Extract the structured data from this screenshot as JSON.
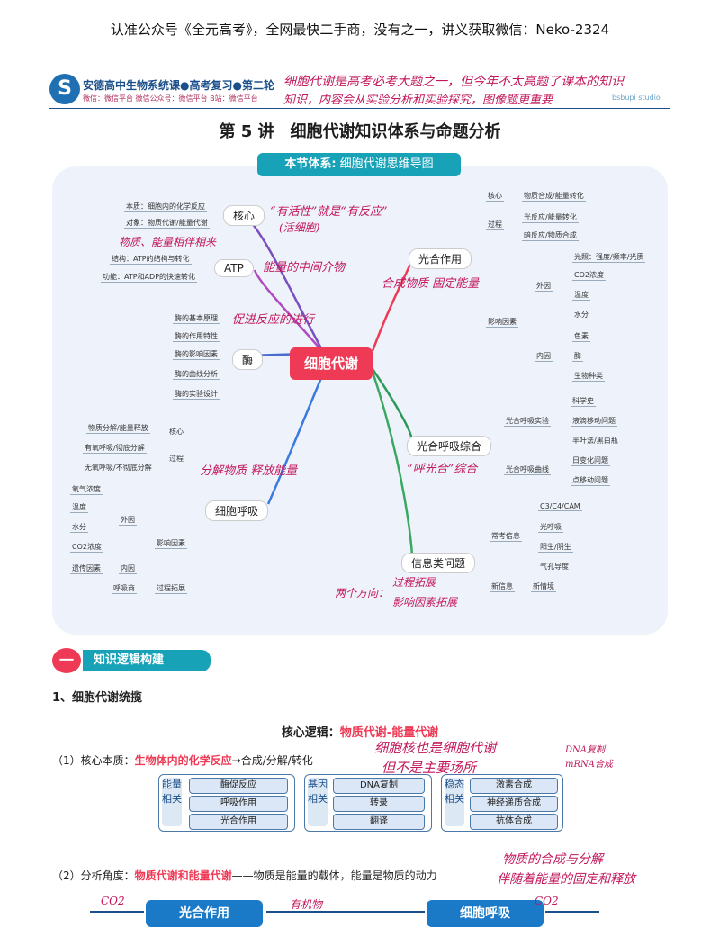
{
  "header_watermark": "认准公众号《全元高考》，全网最快二手商，没有之一，讲义获取微信：Neko-2324",
  "banner": {
    "logo": "S",
    "course": "安德高中生物系统课●高考复习●第二轮",
    "sub": "微信：微信平台  微信公众号：微信平台  B站：微信平台",
    "studio": "bsbupi studio",
    "handwritten_1": "细胞代谢是高考必考大题之一，但今年不太高题了课本的知识",
    "handwritten_2": "知识，内容会从实验分析和实验探究，图像题更重要"
  },
  "lecture_title": "第 5 讲　细胞代谢知识体系与命题分析",
  "mindmap": {
    "title_bold": "本节体系:",
    "title_rest": "细胞代谢思维导图",
    "center": "细胞代谢",
    "core": {
      "label": "核心",
      "items": [
        "本质：细胞内的化学反应",
        "对象：物质代谢/能量代谢"
      ],
      "note": "“有活性”就是“有反应”",
      "note2": "(活细胞)",
      "note3": "物质、能量相伴相来"
    },
    "atp": {
      "label": "ATP",
      "items": [
        "结构：ATP的结构与转化",
        "功能：ATP和ADP的快速转化"
      ],
      "note": "能量的中间介物"
    },
    "enzyme": {
      "label": "酶",
      "items": [
        "酶的基本原理",
        "酶的作用特性",
        "酶的影响因素",
        "酶的曲线分析",
        "酶的实验设计"
      ],
      "note": "促进反应的进行"
    },
    "respiration": {
      "label": "细胞呼吸",
      "note": "分解物质 释放能量",
      "items": [
        "物质分解/能量释放",
        "有氧呼吸/彻底分解",
        "无氧呼吸/不彻底分解",
        "氧气浓度",
        "温度",
        "水分",
        "CO2浓度",
        "遗传因素",
        "呼吸商"
      ],
      "mid": [
        "核心",
        "过程",
        "外因",
        "内因",
        "影响因素",
        "过程拓展"
      ]
    },
    "photosynthesis": {
      "label": "光合作用",
      "note": "合成物质 固定能量",
      "items": [
        "物质合成/能量转化",
        "光反应/能量转化",
        "暗反应/物质合成",
        "光照：强度/频率/光质",
        "CO2浓度",
        "温度",
        "水分",
        "色素",
        "酶",
        "生物种类"
      ],
      "mid": [
        "核心",
        "过程",
        "外因",
        "内因",
        "影响因素"
      ]
    },
    "combo": {
      "label": "光合呼吸综合",
      "note": "“呼光合”综合",
      "items": [
        "科学史",
        "液滴移动问题",
        "半叶法/黑白瓶",
        "日变化问题",
        "点移动问题"
      ],
      "mid": [
        "光合呼吸实验",
        "光合呼吸曲线"
      ]
    },
    "info": {
      "label": "信息类问题",
      "note": "两个方向：",
      "note2": "过程拓展",
      "note3": "影响因素拓展",
      "items": [
        "C3/C4/CAM",
        "光呼吸",
        "阳生/阴生",
        "气孔导度",
        "新情境"
      ],
      "mid": [
        "常考信息",
        "新信息"
      ]
    }
  },
  "section": {
    "num": "一",
    "label": "知识逻辑构建"
  },
  "heading1": "1、细胞代谢统揽",
  "core_logic": {
    "prefix": "核心逻辑：",
    "text": "物质代谢-能量代谢"
  },
  "line1": {
    "prefix": "（1）核心本质：",
    "red": "生物体内的化学反应",
    "rest": "→合成/分解/转化",
    "hw": "细胞核也是细胞代谢",
    "hw2": "但不是主要场所",
    "hw3": "DNA复制",
    "hw4": "mRNA合成"
  },
  "groups": [
    {
      "header": "能量相关",
      "items": [
        "酶促反应",
        "呼吸作用",
        "光合作用"
      ]
    },
    {
      "header": "基因相关",
      "items": [
        "DNA复制",
        "转录",
        "翻译"
      ]
    },
    {
      "header": "稳态相关",
      "items": [
        "激素合成",
        "神经递质合成",
        "抗体合成"
      ]
    }
  ],
  "line2": {
    "prefix": "（2）分析角度：",
    "red": "物质代谢和能量代谢",
    "rest": "——物质是能量的载体，能量是物质的动力",
    "hw": "物质的合成与分解",
    "hw2": "伴随着能量的固定和释放"
  },
  "bottom": {
    "left": "光合作用",
    "right": "细胞呼吸",
    "co2_left": "CO2",
    "co2_right": "CO2",
    "mid": "有机物"
  }
}
